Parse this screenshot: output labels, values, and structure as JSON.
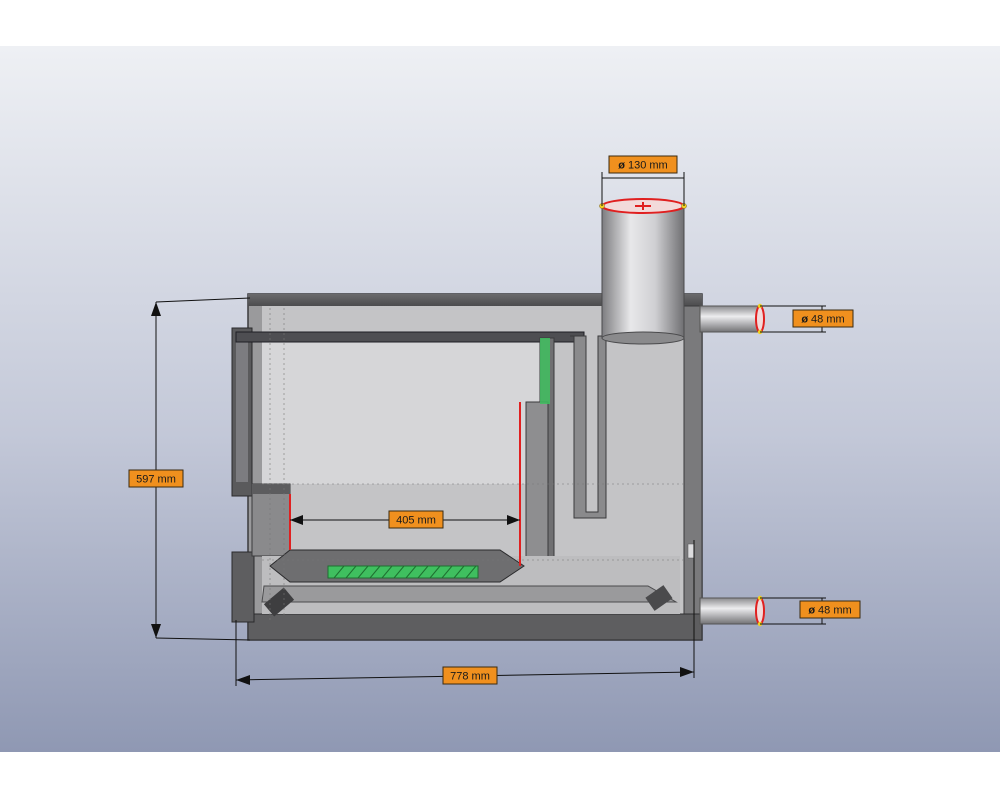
{
  "dimensions": {
    "chimney_diameter": "130 mm",
    "pipe_top_diameter": "48 mm",
    "pipe_bottom_diameter": "48 mm",
    "overall_height": "597 mm",
    "inner_width": "405 mm",
    "overall_width": "778 mm"
  },
  "diameter_symbol": "ø",
  "colors": {
    "label_fill": "#f0901e",
    "label_stroke": "#3a2a10",
    "dim_line": "#111111",
    "wall_dark": "#5a5a5c",
    "wall_mid": "#8c8c8e",
    "panel_fill": "#cfcfd1",
    "grate_green": "#3fbf5f",
    "section_red": "#e02020",
    "background_top": "#eceef3",
    "background_bottom": "#8f98b3"
  }
}
